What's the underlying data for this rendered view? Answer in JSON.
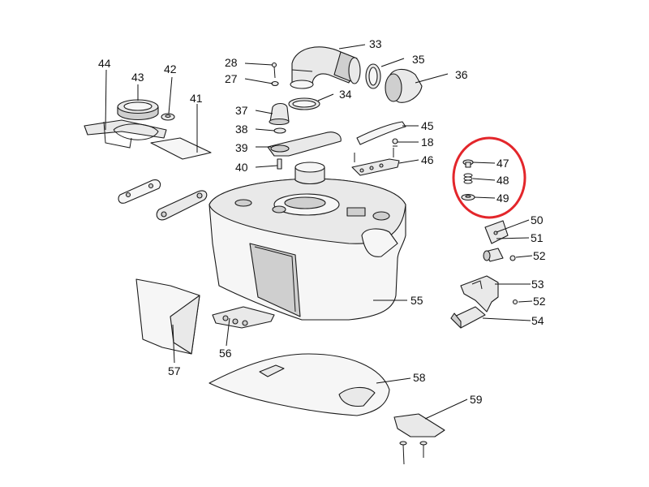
{
  "colors": {
    "highlight_circle": "#e3262b",
    "ink": "#1a1a1a",
    "part_fill": "#e9e9e9"
  },
  "labels": {
    "p18": "18",
    "p27": "27",
    "p28": "28",
    "p33": "33",
    "p34": "34",
    "p35": "35",
    "p36": "36",
    "p37": "37",
    "p38": "38",
    "p39": "39",
    "p40": "40",
    "p41": "41",
    "p42": "42",
    "p43": "43",
    "p44": "44",
    "p45": "45",
    "p46": "46",
    "p47": "47",
    "p48": "48",
    "p49": "49",
    "p50": "50",
    "p51": "51",
    "p52a": "52",
    "p52b": "52",
    "p53": "53",
    "p54": "54",
    "p55": "55",
    "p56": "56",
    "p57": "57",
    "p58": "58",
    "p59": "59"
  },
  "highlight": {
    "enclosed_parts": [
      "47",
      "48",
      "49"
    ]
  }
}
